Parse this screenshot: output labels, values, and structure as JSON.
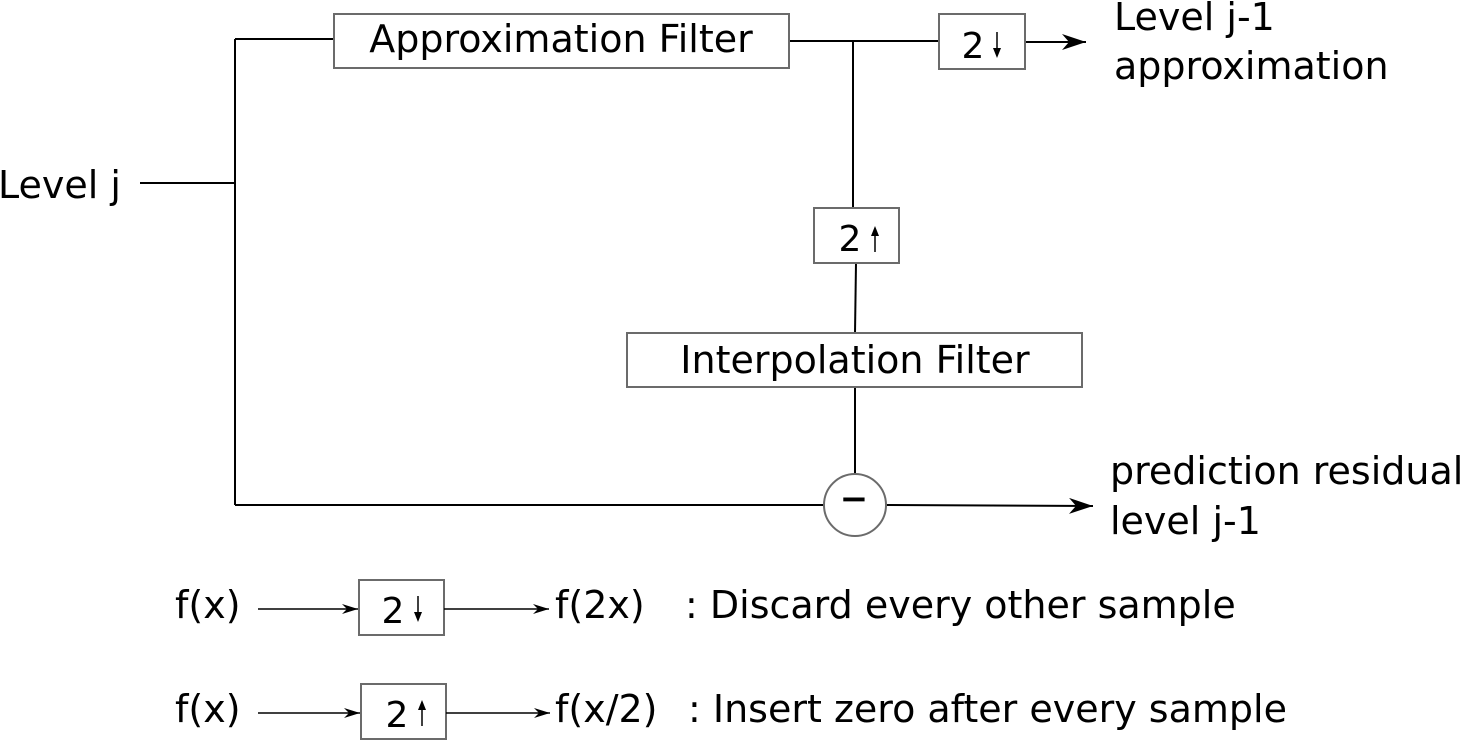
{
  "diagram": {
    "input_label": "Level j",
    "approx_filter_label": "Approximation Filter",
    "interp_filter_label": "Interpolation Filter",
    "downsample_label": "2",
    "upsample_label": "2",
    "subtract_symbol": "−",
    "output_approx_line1": "Level j-1",
    "output_approx_line2": "approximation",
    "output_residual_line1": "prediction residual",
    "output_residual_line2": "level j-1"
  },
  "legend": {
    "row1": {
      "input": "f(x)",
      "box_label": "2",
      "output": "f(2x)",
      "description": ": Discard every other sample"
    },
    "row2": {
      "input": "f(x)",
      "box_label": "2",
      "output": "f(x/2)",
      "description": ": Insert zero after every sample"
    }
  },
  "colors": {
    "line": "#000000",
    "box_border": "#6b6b6b",
    "background": "#ffffff"
  },
  "icons": {
    "down_arrow": "down-arrow-icon",
    "up_arrow": "up-arrow-icon",
    "arrowhead": "arrowhead-icon"
  }
}
